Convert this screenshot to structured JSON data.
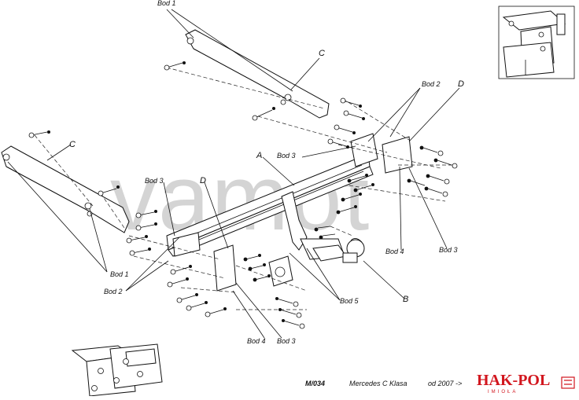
{
  "watermark": "vamot",
  "footer": {
    "model_code": "M/034",
    "vehicle": "Mercedes C Klasa",
    "year": "od 2007 ->"
  },
  "brand": {
    "name": "HAK-POL",
    "sub": "IMIOŁA",
    "color": "#d2161e"
  },
  "labels": {
    "bod1_top": "Bod 1",
    "c_top": "C",
    "bod2_right": "Bod 2",
    "d_right": "D",
    "bod3_mid": "Bod 3",
    "a_main": "A",
    "c_left": "C",
    "bod3_left": "Bod 3",
    "d_left": "D",
    "bod1_left": "Bod 1",
    "bod2_left": "Bod 2",
    "bod4_right": "Bod 4",
    "bod3_right": "Bod 3",
    "bod5": "Bod 5",
    "b_ball": "B",
    "bod4_bottom": "Bod 4",
    "bod3_bottom": "Bod 3"
  }
}
